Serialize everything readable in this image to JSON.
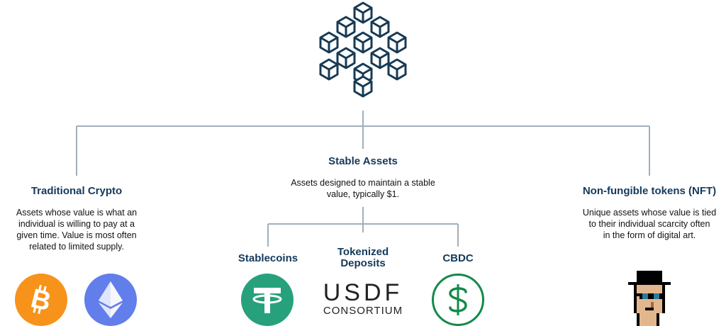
{
  "center": {
    "icon": "hexagon-cubes-network-icon"
  },
  "left": {
    "title": "Traditional Crypto",
    "desc_lines": [
      "Assets whose value is what an",
      "individual is willing to pay at a",
      "given time. Value is most often",
      "related to limited supply."
    ],
    "icons": [
      "bitcoin-icon",
      "ethereum-icon"
    ],
    "colors": {
      "bitcoin": "#f7931a",
      "ethereum": "#627eea"
    }
  },
  "middle": {
    "title": "Stable Assets",
    "desc_lines": [
      "Assets designed to maintain a stable",
      "value,  typically $1."
    ],
    "children": [
      {
        "title": "Stablecoins",
        "icon": "tether-icon",
        "color": "#26a17b"
      },
      {
        "title_lines": [
          "Tokenized",
          "Deposits"
        ],
        "logo_top": "USDF",
        "logo_bottom": "CONSORTIUM"
      },
      {
        "title": "CBDC",
        "icon": "dollar-circle-icon",
        "color": "#138a4a"
      }
    ]
  },
  "right": {
    "title": "Non-fungible tokens (NFT)",
    "desc_lines": [
      "Unique assets whose value is tied",
      "to their individual scarcity often",
      "in the form of digital art."
    ],
    "icon": "cryptopunk-icon"
  },
  "colors": {
    "title": "#143a5c",
    "connector": "#9fb0bd",
    "network": "#173a54"
  }
}
